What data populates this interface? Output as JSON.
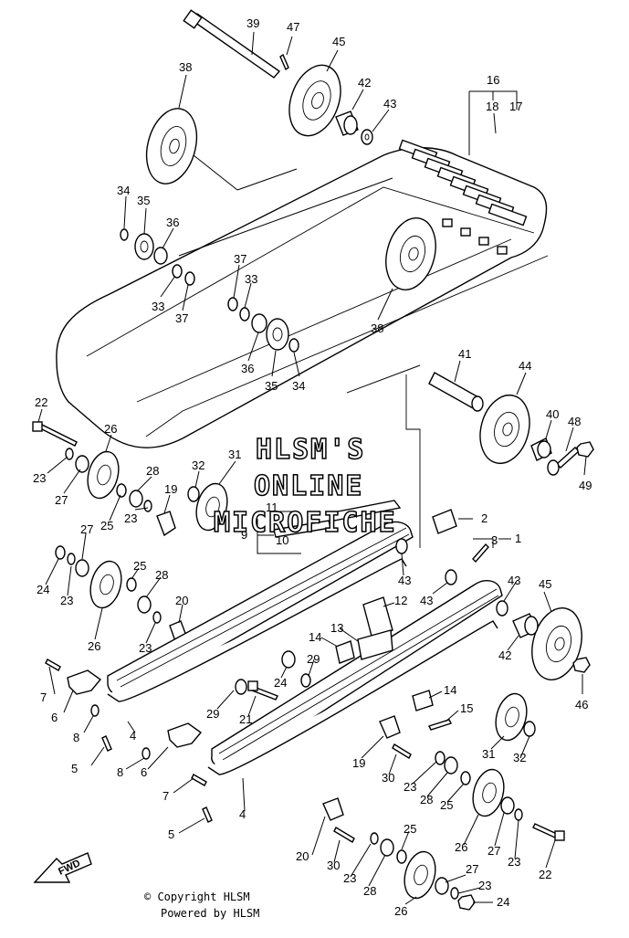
{
  "watermark": {
    "line1": "HLSM'S",
    "line2": "ONLINE",
    "line3": "MICROFICHE"
  },
  "footer": {
    "copyright": "© Copyright HLSM",
    "powered": "Powered by HLSM"
  },
  "fwd_label": "FWD",
  "callouts": {
    "c1": "39",
    "c2": "47",
    "c3": "45",
    "c4": "42",
    "c5": "43",
    "c6": "38",
    "c7": "16",
    "c8": "18",
    "c9": "17",
    "c10": "34",
    "c11": "35",
    "c12": "36",
    "c13": "37",
    "c14": "33",
    "c15": "33",
    "c16": "37",
    "c17": "36",
    "c18": "35",
    "c19": "34",
    "c20": "38",
    "c21": "41",
    "c22": "44",
    "c23": "40",
    "c24": "48",
    "c25": "49",
    "c26": "22",
    "c27": "26",
    "c28": "23",
    "c29": "27",
    "c30": "25",
    "c31": "28",
    "c32": "23",
    "c33": "19",
    "c34": "32",
    "c35": "31",
    "c36": "11",
    "c37": "9",
    "c38": "10",
    "c39": "2",
    "c40": "3",
    "c41": "1",
    "c42": "43",
    "c43": "43",
    "c44": "43",
    "c45": "27",
    "c46": "24",
    "c47": "23",
    "c48": "25",
    "c49": "28",
    "c50": "26",
    "c51": "23",
    "c52": "20",
    "c53": "12",
    "c54": "13",
    "c55": "14",
    "c56": "29",
    "c57": "24",
    "c58": "45",
    "c59": "42",
    "c60": "46",
    "c61": "7",
    "c62": "6",
    "c63": "8",
    "c64": "5",
    "c65": "4",
    "c66": "29",
    "c67": "21",
    "c68": "14",
    "c69": "15",
    "c70": "31",
    "c71": "32",
    "c72": "8",
    "c73": "6",
    "c74": "7",
    "c75": "5",
    "c76": "4",
    "c77": "19",
    "c78": "30",
    "c79": "23",
    "c80": "28",
    "c81": "25",
    "c82": "26",
    "c83": "27",
    "c84": "23",
    "c85": "22",
    "c86": "20",
    "c87": "30",
    "c88": "25",
    "c89": "23",
    "c90": "28",
    "c91": "27",
    "c92": "23",
    "c93": "26",
    "c94": "24"
  }
}
